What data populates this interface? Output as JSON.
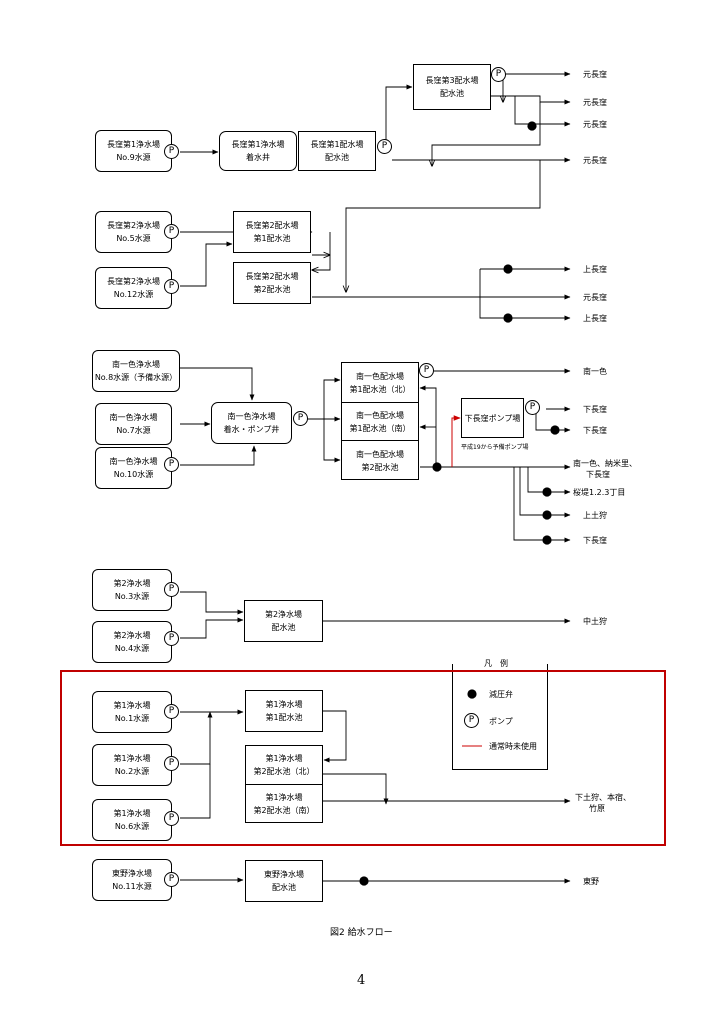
{
  "sources": {
    "nagakubo1_no9": {
      "name": "長窪第1浄水場",
      "sub": "No.9水源"
    },
    "nagakubo2_no5": {
      "name": "長窪第2浄水場",
      "sub": "No.5水源"
    },
    "nagakubo2_no12": {
      "name": "長窪第2浄水場",
      "sub": "No.12水源"
    },
    "minami_no8": {
      "name": "南一色浄水場",
      "sub": "No.8水源（予備水源）"
    },
    "minami_no7": {
      "name": "南一色浄水場",
      "sub": "No.7水源"
    },
    "minami_no10": {
      "name": "南一色浄水場",
      "sub": "No.10水源"
    },
    "dai2_no3": {
      "name": "第2浄水場",
      "sub": "No.3水源"
    },
    "dai2_no4": {
      "name": "第2浄水場",
      "sub": "No.4水源"
    },
    "dai1_no1": {
      "name": "第1浄水場",
      "sub": "No.1水源"
    },
    "dai1_no2": {
      "name": "第1浄水場",
      "sub": "No.2水源"
    },
    "dai1_no6": {
      "name": "第1浄水場",
      "sub": "No.6水源"
    },
    "higashino_no11": {
      "name": "東野浄水場",
      "sub": "No.11水源"
    }
  },
  "facilities": {
    "nagakubo1_well": {
      "name": "長窪第1浄水場",
      "sub": "着水井"
    },
    "nagakubo1_res": {
      "name": "長窪第1配水場",
      "sub": "配水池"
    },
    "nagakubo3_res": {
      "name": "長窪第3配水場",
      "sub": "配水池"
    },
    "nagakubo2_res1": {
      "name": "長窪第2配水場",
      "sub": "第1配水池"
    },
    "nagakubo2_res2": {
      "name": "長窪第2配水場",
      "sub": "第2配水池"
    },
    "minami_well": {
      "name": "南一色浄水場",
      "sub": "着水・ポンプ井"
    },
    "minami_res1n": {
      "name": "南一色配水場",
      "sub": "第1配水池（北）"
    },
    "minami_res1s": {
      "name": "南一色配水場",
      "sub": "第1配水池（南）"
    },
    "minami_res2": {
      "name": "南一色配水場",
      "sub": "第2配水池"
    },
    "shimo_pump": {
      "name": "下長窪ポンプ場"
    },
    "dai2_res": {
      "name": "第2浄水場",
      "sub": "配水池"
    },
    "dai1_res1": {
      "name": "第1浄水場",
      "sub": "第1配水池"
    },
    "dai1_res2n": {
      "name": "第1浄水場",
      "sub": "第2配水池（北）"
    },
    "dai1_res2s": {
      "name": "第1浄水場",
      "sub": "第2配水池（南）"
    },
    "higashino_res": {
      "name": "東野浄水場",
      "sub": "配水池"
    }
  },
  "destinations": {
    "d1": "元長窪",
    "d2": "元長窪",
    "d3": "元長窪",
    "d4": "元長窪",
    "d5": "上長窪",
    "d6": "元長窪",
    "d7": "上長窪",
    "d8": "南一色",
    "d9": "下長窪",
    "d10": "下長窪",
    "d11": "南一色、納米里、",
    "d11b": "下長窪",
    "d12": "桜堤1.2.3丁目",
    "d13": "上土狩",
    "d14": "下長窪",
    "d15": "中土狩",
    "d16": "下土狩、本宿、",
    "d16b": "竹原",
    "d17": "東野"
  },
  "notes": {
    "pump_station_note": "平成19から予備ポンプ場"
  },
  "pump_symbol": "P",
  "legend": {
    "title": "凡例",
    "items": [
      {
        "symbol": "filled-circle",
        "label": "減圧弁"
      },
      {
        "symbol": "pump-circle",
        "label": "ポンプ"
      },
      {
        "symbol": "red-line",
        "label": "通常時未使用"
      }
    ]
  },
  "caption": "図2  給水フロー",
  "page_number": "4",
  "colors": {
    "line": "#000000",
    "unused_line": "#cc0000",
    "highlight_frame": "#c00000"
  }
}
